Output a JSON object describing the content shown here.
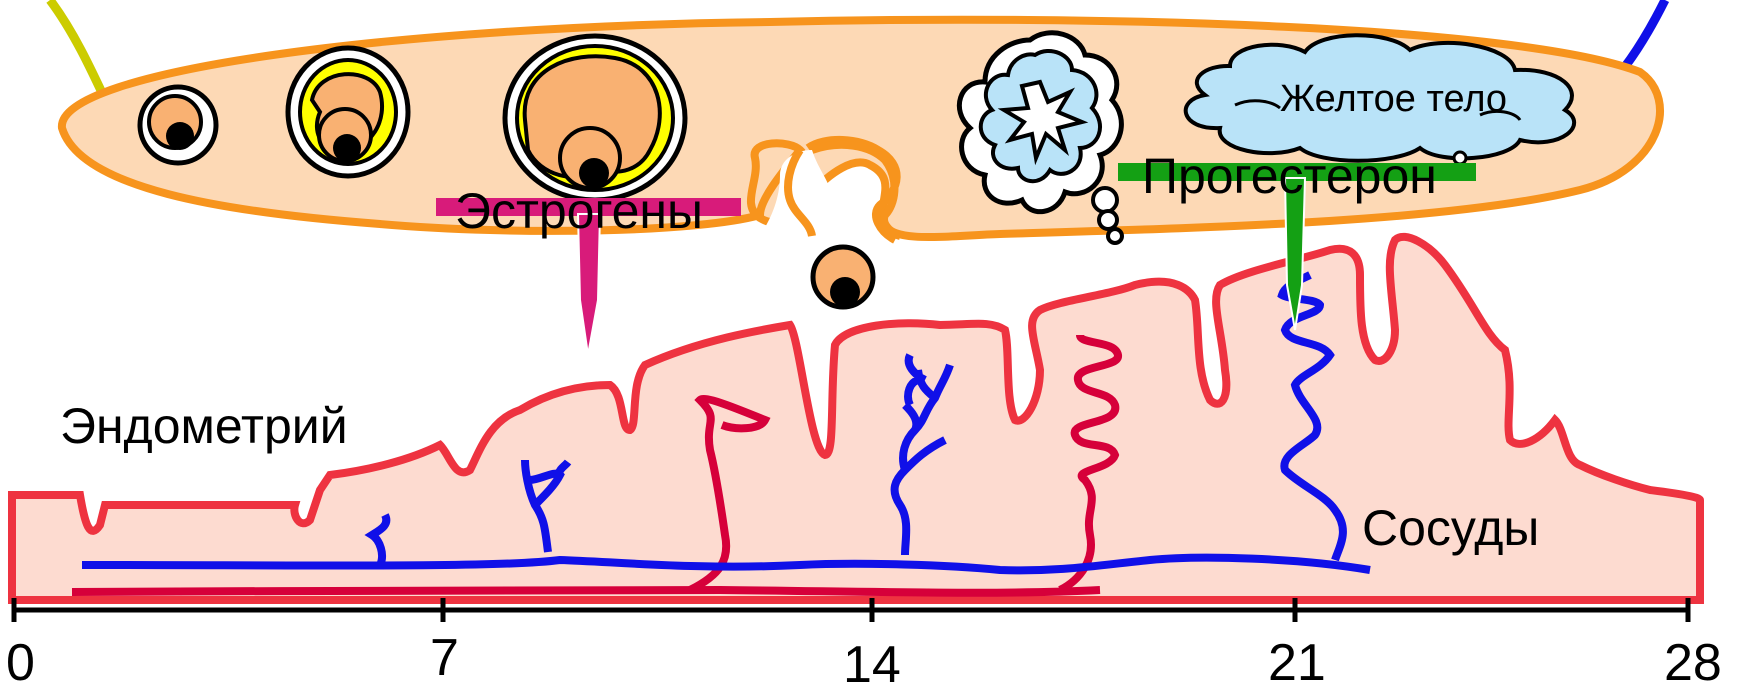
{
  "labels": {
    "endometrium": "Эндометрий",
    "vessels": "Сосуды",
    "estrogens": "Эстрогены",
    "progesterone": "Прогестерон",
    "corpus_luteum": "Желтое тело"
  },
  "axis": {
    "ticks": [
      "0",
      "7",
      "14",
      "21",
      "28"
    ]
  },
  "colors": {
    "ovary_fill": "#fdd9b5",
    "ovary_stroke": "#f7941d",
    "endometrium_fill": "#fddbd0",
    "endometrium_stroke": "#ee3340",
    "vessels_blue": "#1010e8",
    "vessels_red": "#d6003a",
    "estrogens": "#d81b7a",
    "progesterone": "#14a014",
    "corpus_luteum_fill": "#b9e3f8",
    "follicle_yellow": "#ffff00",
    "oocyte": "#f9b172"
  }
}
